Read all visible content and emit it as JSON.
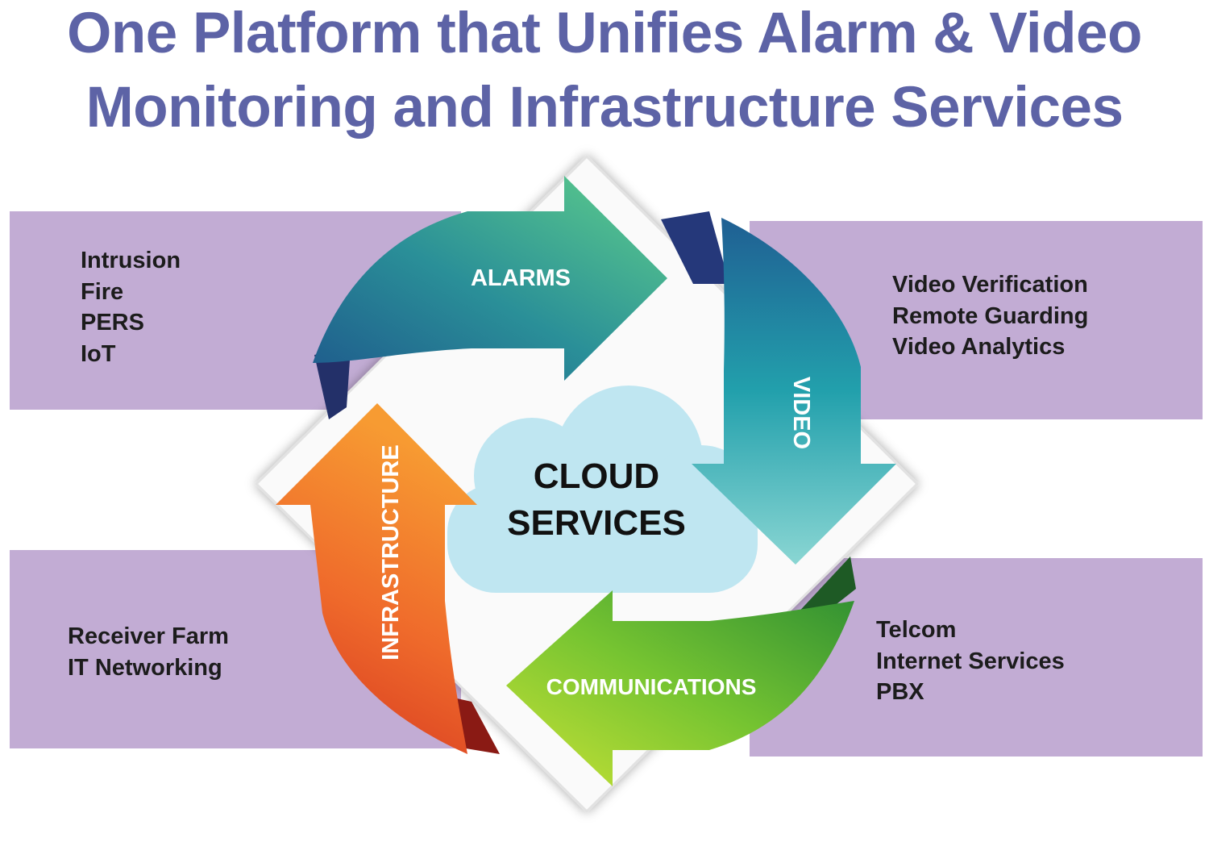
{
  "title": {
    "line1": "One Platform that Unifies Alarm & Video",
    "line2": "Monitoring and Infrastructure Services"
  },
  "center": {
    "line1": "CLOUD",
    "line2": "SERVICES"
  },
  "arrows": {
    "alarms": "ALARMS",
    "video": "VIDEO",
    "communications": "COMMUNICATIONS",
    "infrastructure": "INFRASTRUCTURE"
  },
  "lists": {
    "alarms": [
      "Intrusion",
      "Fire",
      "PERS",
      "IoT"
    ],
    "video": [
      "Video Verification",
      "Remote Guarding",
      "Video Analytics"
    ],
    "infrastructure": [
      "Receiver Farm",
      "IT Networking"
    ],
    "communications": [
      "Telcom",
      "Internet Services",
      "PBX"
    ]
  },
  "colors": {
    "title": "#5d63a6",
    "band": "#c2acd4",
    "alarms_arrow": "#3fb884",
    "video_arrow": "#2aa7b3",
    "communications_arrow": "#7cc832",
    "infrastructure_arrow": "#f0792c",
    "cloud": "#bfe6f1"
  }
}
